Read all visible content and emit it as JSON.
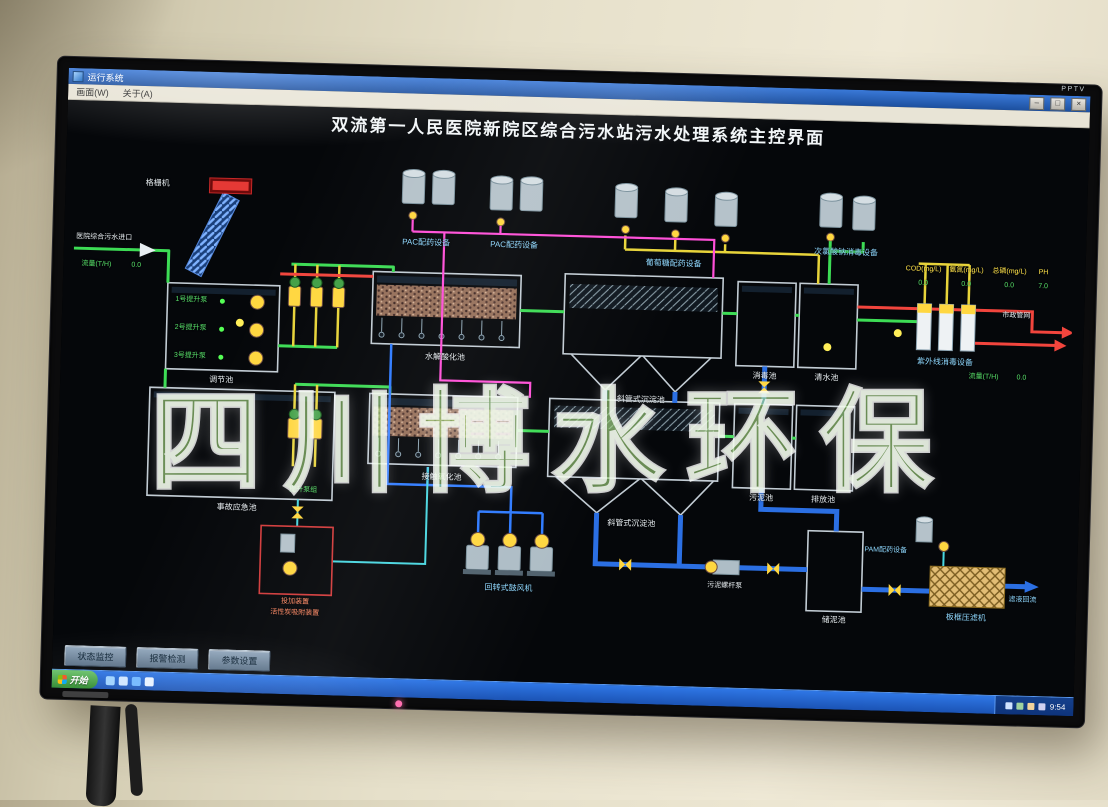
{
  "watermark": {
    "text": "四川博水环保"
  },
  "tv": {
    "brand": "PPTV"
  },
  "app_window": {
    "title": "运行系统",
    "menu_items": [
      "画面(W)",
      "关于(A)"
    ],
    "controls": {
      "minimize": "–",
      "maximize": "□",
      "close": "×"
    }
  },
  "scada": {
    "title": "双流第一人民医院新院区综合污水站污水处理系统主控界面",
    "inlet": {
      "label": "医院综合污水进口",
      "flow_label": "流量(T/H)",
      "flow_value": "0.0"
    },
    "outlet": {
      "label": "市政管网",
      "flow_label": "流量(T/H)",
      "flow_value": "0.0"
    },
    "equipment": {
      "grid_machine": "格栅机",
      "pac_1": "PAC配药设备",
      "pac_2": "PAC配药设备",
      "glucose": "葡萄糖配药设备",
      "naclo": "次氯酸钠消毒设备",
      "uv": "紫外线消毒设备",
      "blower": "回转式鼓风机",
      "carbon_dosing": "投加装置",
      "carbon": "活性炭吸附装置",
      "pump_group": "提升泵组",
      "screw_pump": "污泥螺杆泵",
      "pam": "PAM配药设备",
      "press": "板框压滤机",
      "filtrate": "滤液回流"
    },
    "tanks": {
      "tiaojie": "调节池",
      "shuijie": "水解酸化池",
      "chenjian1": "斜管式沉淀池",
      "xiaodu": "消毒池",
      "qingshui": "清水池",
      "shigu": "事故应急池",
      "jiechu": "接触氧化池",
      "chenjian2": "斜管式沉淀池",
      "wuni": "污泥池",
      "paifang": "排放池",
      "chuni": "储泥池"
    },
    "pumps": [
      "1号提升泵",
      "2号提升泵",
      "3号提升泵"
    ],
    "readouts": [
      {
        "label": "COD(mg/L)",
        "value": "0.0"
      },
      {
        "label": "氨氮(mg/L)",
        "value": "0.0"
      },
      {
        "label": "总磷(mg/L)",
        "value": "0.0"
      },
      {
        "label": "PH",
        "value": "7.0"
      }
    ],
    "buttons": [
      "状态监控",
      "报警检测",
      "参数设置"
    ]
  },
  "taskbar": {
    "start_label": "开始",
    "time": "9:54"
  }
}
